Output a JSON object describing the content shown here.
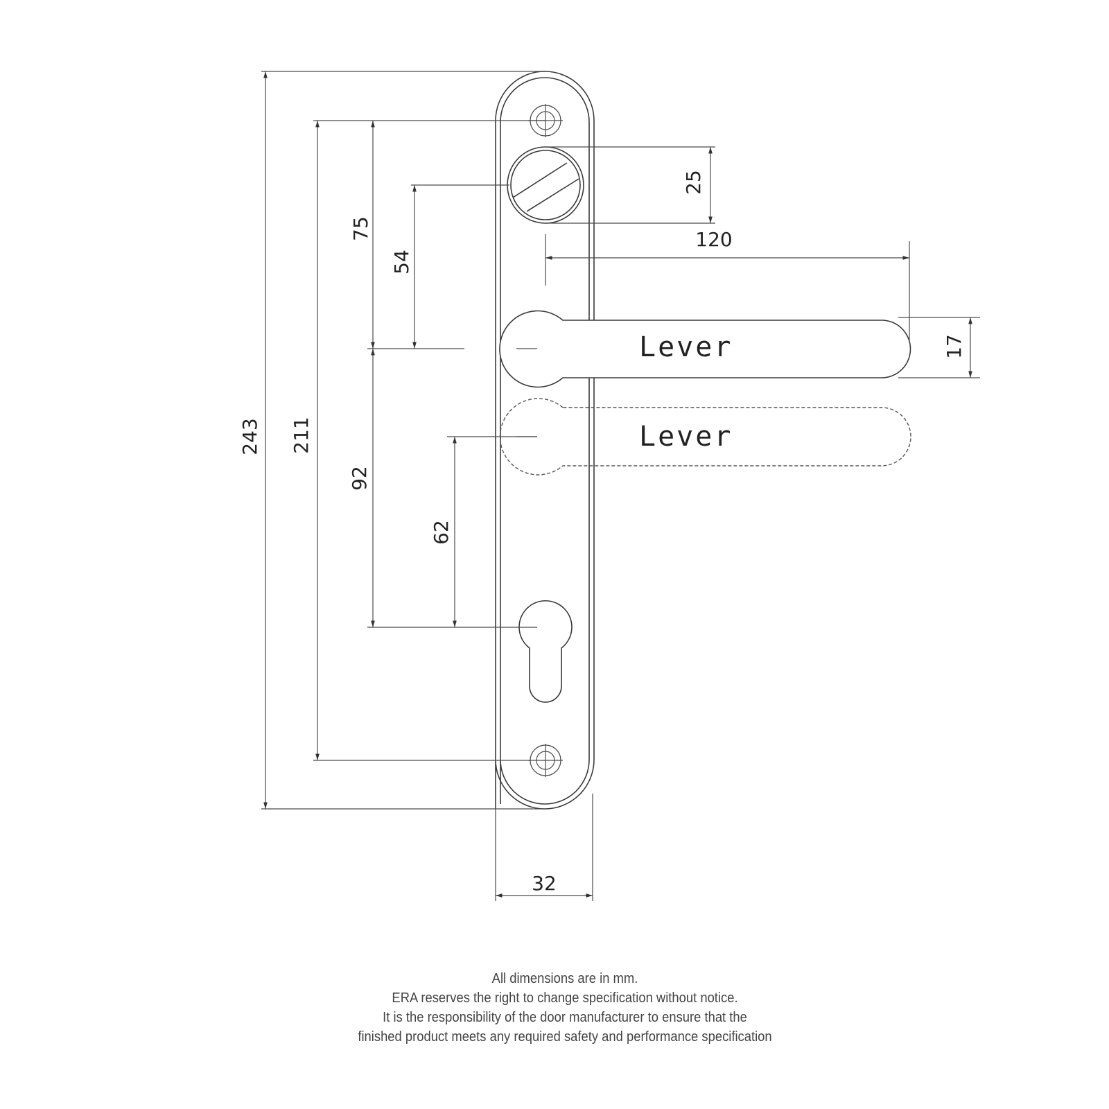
{
  "drawing": {
    "lever_label_top": "Lever",
    "lever_label_bottom": "Lever",
    "dimensions": {
      "overall_height": "243",
      "fixing_centres": "211",
      "top_fix_to_lever": "75",
      "lever_to_cylinder": "92",
      "thumbturn_to_lever": "54",
      "lever_to_cylinder_alt": "62",
      "thumbturn_diameter": "25",
      "lever_length": "120",
      "lever_width": "17",
      "plate_width": "32"
    }
  },
  "notes": [
    "All dimensions are in mm.",
    "ERA reserves the right to change specification without notice.",
    "It is the responsibility of the door manufacturer to ensure that the",
    "finished product meets any required safety and performance specification"
  ]
}
